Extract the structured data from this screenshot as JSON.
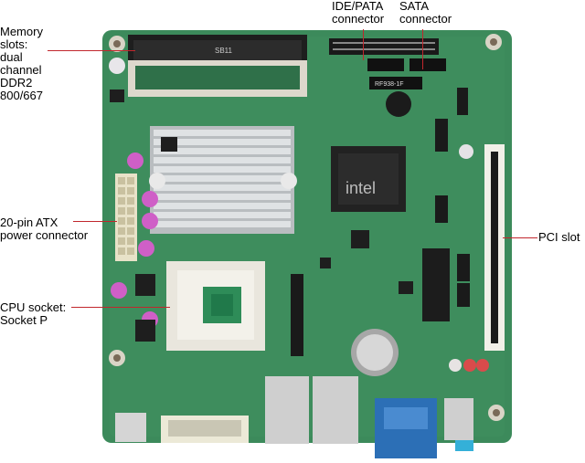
{
  "labels": {
    "memory": "Memory\nslots:\ndual\nchannel\nDDR2\n800/667",
    "ide": "IDE/PATA\nconnector",
    "sata": "SATA\nconnector",
    "atx": "20-pin ATX\npower connector",
    "cpu": "CPU socket:\nSocket P",
    "pci": "PCI slot"
  },
  "board": {
    "chip_brand": "intel",
    "sodimm_marking": "SB11",
    "chip_marking": "RF938-1F"
  },
  "colors": {
    "pcb": "#3c8a5b",
    "pcb_dark": "#2f7049",
    "heatsink": "#c9ccce",
    "socket": "#e9e6dd",
    "callout_line": "#c1272d"
  }
}
